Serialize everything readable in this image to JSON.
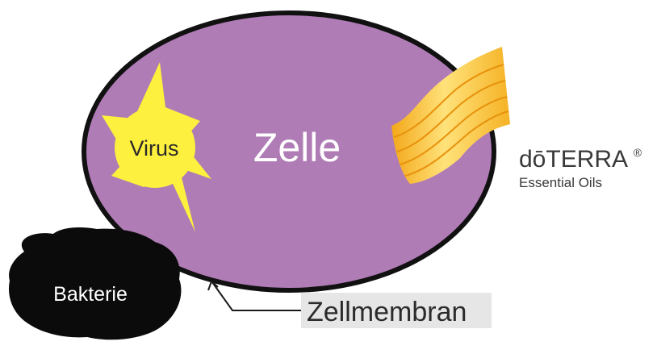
{
  "labels": {
    "cell": "Zelle",
    "virus": "Virus",
    "bacterium": "Bakterie",
    "membrane": "Zellmembran",
    "brand_name": "dōTERRA",
    "brand_reg": "®",
    "brand_tagline": "Essential Oils"
  },
  "colors": {
    "cell_fill": "#b07cb6",
    "cell_outline": "#111111",
    "virus_fill": "#fdf03e",
    "bacterium_fill": "#0b0b0b",
    "membrane_label_bg": "#e6e6e6",
    "ribbon_light": "#ffe27a",
    "ribbon_dark": "#f3a81a"
  },
  "icons": {
    "virus": "spiky-star",
    "brand": "ribbon-logo"
  }
}
